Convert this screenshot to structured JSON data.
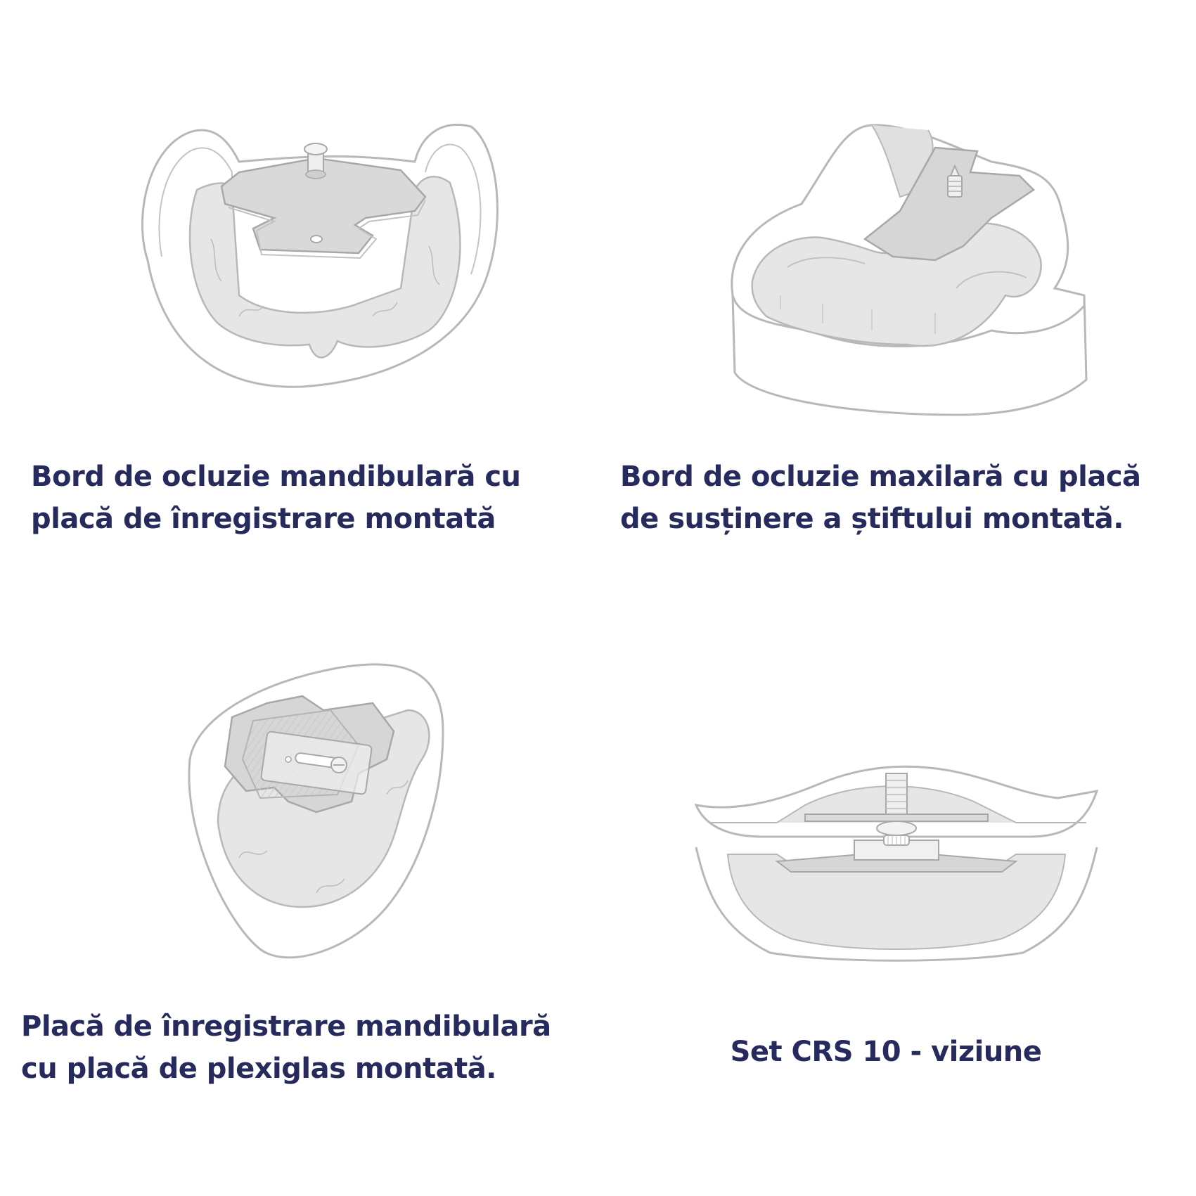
{
  "theme": {
    "caption_color": "#262a5c",
    "line_color": "#b8b8b8",
    "fill_light": "#e9e9e9",
    "fill_medium": "#dcdcdc"
  },
  "panels": [
    {
      "icon": "mandibular-occlusion-rim-with-recording-plate",
      "caption_lines": [
        "Bord de ocluzie mandibulară cu",
        "placă de înregistrare montată"
      ]
    },
    {
      "icon": "maxillary-occlusion-rim-with-pin-support-plate",
      "caption_lines": [
        "Bord de ocluzie maxilară cu placă",
        "de susținere a știftului montată."
      ]
    },
    {
      "icon": "mandibular-recording-plate-with-plexiglass",
      "caption_lines": [
        "Placă de înregistrare mandibulară",
        "cu placă de plexiglas montată."
      ]
    },
    {
      "icon": "crs-10-set-view",
      "caption_lines": [
        "Set CRS 10 - viziune"
      ]
    }
  ]
}
